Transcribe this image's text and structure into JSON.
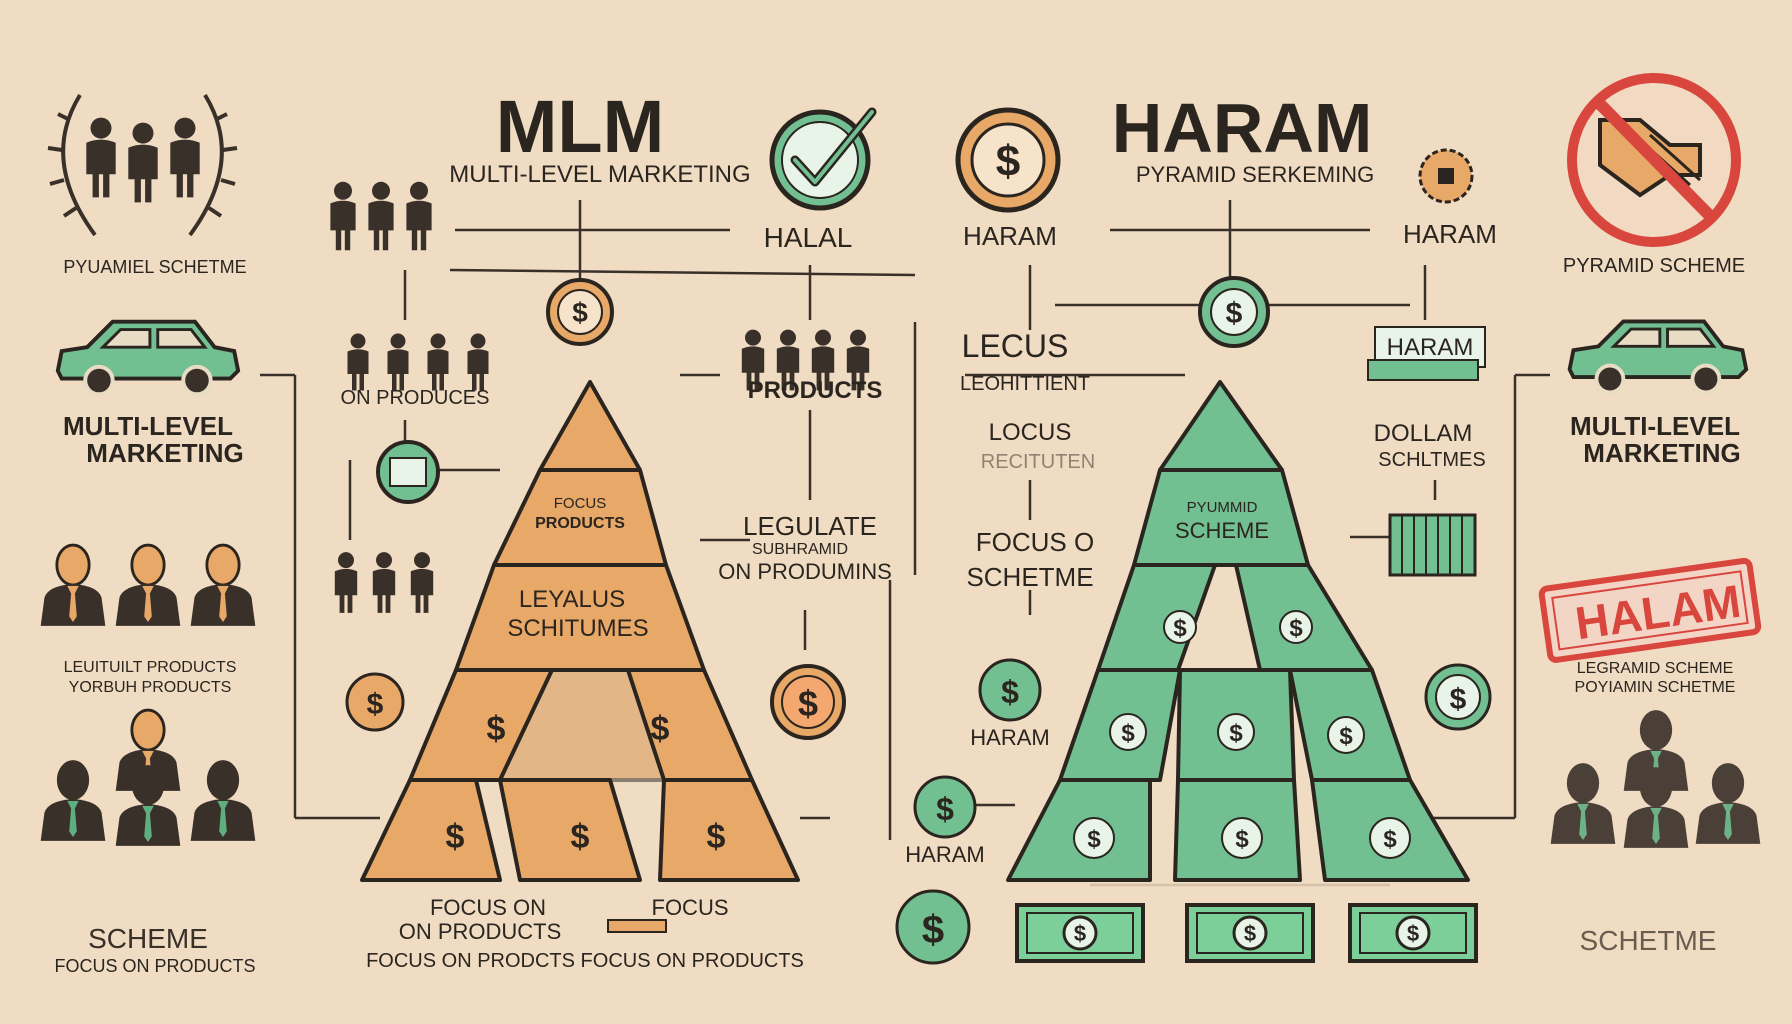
{
  "colors": {
    "background": "#efdcc2",
    "ink": "#2b2520",
    "orange": "#e8a867",
    "orange_dark": "#d8914d",
    "green": "#72bf92",
    "green_dark": "#4f9d70",
    "red": "#d9463e"
  },
  "left": {
    "title": "MLM",
    "subtitle": "MULTI-LEVEL MARKETING",
    "halal_label": "HALAL",
    "products_left": "ON PRODUCES",
    "products_right": "PRODUCTS",
    "legulate_line1": "LEGULATE",
    "legulate_line2": "SUBHRAMID",
    "legulate_line3": "ON PRODUMINS",
    "pyramid_top": "",
    "pyramid_level2_line1": "FOCUS",
    "pyramid_level2_line2": "PRODUCTS",
    "pyramid_level3_line1": "LEYALUS",
    "pyramid_level3_line2": "SCHITUMES",
    "focus_left_line1": "FOCUS ON",
    "focus_left_line2": "ON PRODUCTS",
    "focus_right": "FOCUS",
    "focus_bottom": "FOCUS ON PRODCTS FOCUS ON PRODUCTS"
  },
  "right": {
    "title": "HARAM",
    "subtitle": "PYRAMID SERKEMING",
    "haram_left": "HARAM",
    "haram_right": "HARAM",
    "lecus_line1": "LECUS",
    "lecus_line2": "LEOHITTIENT",
    "locus_line1": "LOCUS",
    "locus_line2": "RECITUTEN",
    "focus_o_line1": "FOCUS O",
    "focus_o_line2": "SCHETME",
    "haram_tag": "HARAM",
    "dollam_line1": "DOLLAM",
    "dollam_line2": "SCHLTMES",
    "haram_mid": "HARAM",
    "haram_low": "HARAM",
    "pyramid_level2_line1": "PYUMMID",
    "pyramid_level2_line2": "SCHEME"
  },
  "side_left": {
    "pyramid_scheme": "PYUAMIEL SCHETME",
    "mlm_line1": "MULTI-LEVEL",
    "mlm_line2": "MARKETING",
    "legit_line1": "LEUITUILT PRODUCTS",
    "legit_line2": "YORBUH PRODUCTS",
    "scheme": "SCHEME",
    "scheme_sub": "FOCUS ON PRODUCTS"
  },
  "side_right": {
    "pyramid_scheme": "PYRAMID SCHEME",
    "mlm_line1": "MULTI-LEVEL",
    "mlm_line2": "MARKETING",
    "stamp": "HALAM",
    "legit_line1": "LEGRAMID SCHEME",
    "legit_line2": "POYIAMIN SCHETME",
    "scheme": "SCHETME"
  }
}
